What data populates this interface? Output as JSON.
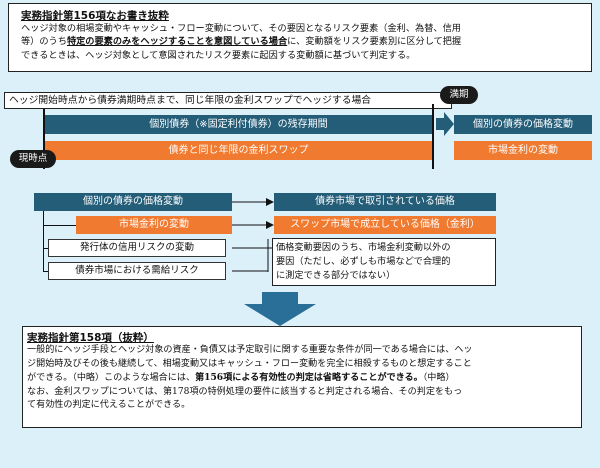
{
  "note156": {
    "title": "実務指針第156項なお書き抜粋",
    "line1_pre": "ヘッジ対象の相場変動やキャッシュ・フロー変動について、その要因となるリスク要素（金利、為替、信用",
    "line2_pre": "等）のうち",
    "line2_em": "特定の要素のみをヘッジすることを意図している場合",
    "line2_post": "に、変動額をリスク要素別に区分して把握",
    "line3": "できるときは、ヘッジ対象として意図されたリスク要素に起因する変動額に基づいて判定する。"
  },
  "timeline": {
    "header": "ヘッジ開始時点から債券満期時点まで、同じ年限の金利スワップでヘッジする場合",
    "maturity_label": "満期",
    "start_label": "現時点",
    "bond_bar": "個別債券（※固定利付債券）の残存期間",
    "swap_bar": "債券と同じ年限の金利スワップ",
    "right_bond": "個別の債券の価格変動",
    "right_rate": "市場金利の変動"
  },
  "breakdown": {
    "bond_price": "個別の債券の価格変動",
    "market_rate": "市場金利の変動",
    "issuer_credit": "発行体の信用リスクの変動",
    "liquidity": "債券市場における需給リスク",
    "market_price": "債券市場で取引されている価格",
    "swap_price": "スワップ市場で成立している価格（金利）",
    "other_factors": "価格変動要因のうち、市場金利変動以外の要因（ただし、必ずしも市場などで合理的に測定できる部分ではない）",
    "other_line1": "価格変動要因のうち、市場金利変動以外の",
    "other_line2": "要因（ただし、必ずしも市場などで合理的",
    "other_line3": "に測定できる部分ではない）"
  },
  "note158": {
    "title": "実務指針第158項（抜粋）",
    "line1": "一般的にヘッジ手段とヘッジ対象の資産・負債又は予定取引に関する重要な条件が同一である場合には、ヘッ",
    "line2": "ジ開始時及びその後も継続して、相場変動又はキャッシュ・フロー変動を完全に相殺するものと想定すること",
    "line3_pre": "ができる。（中略）このような場合には、",
    "line3_em": "第156項による有効性の判定は省略することができる。",
    "line3_post": "（中略）",
    "line4": "なお、金利スワップについては、第178項の特例処理の要件に該当すると判定される場合、その判定をもっ",
    "line5": "て有効性の判定に代えることができる。"
  },
  "colors": {
    "background": "#dcf0fa",
    "blue": "#235d78",
    "orange": "#f07a2f",
    "navy": "#1b3656",
    "arrow": "#2a6f97"
  }
}
